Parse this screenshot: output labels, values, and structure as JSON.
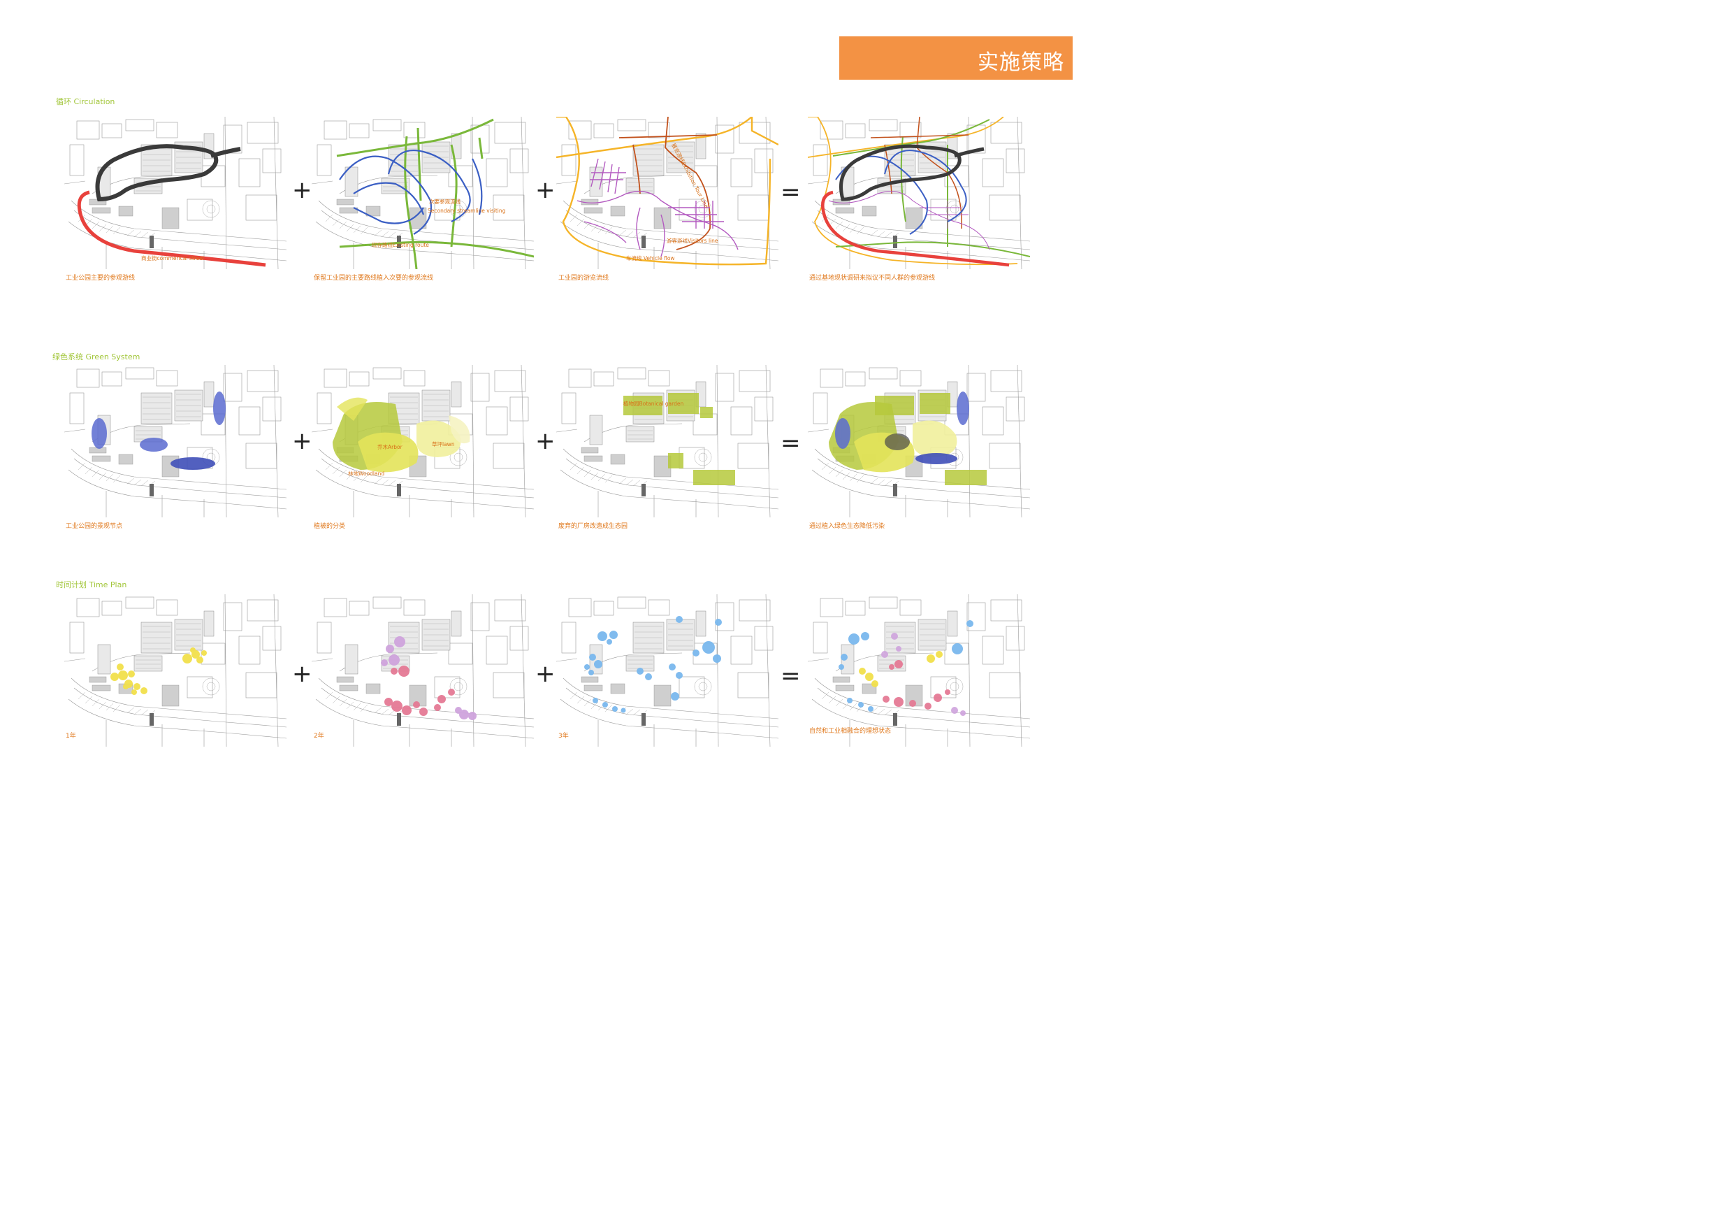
{
  "header": {
    "title": "实施策略"
  },
  "colors": {
    "banner": "#f39244",
    "section_title": "#a2c63a",
    "caption": "#e07a1f",
    "route_red": "#e8413c",
    "route_dark": "#3a3a3a",
    "route_green": "#7ab83a",
    "route_blue": "#3b5fc4",
    "route_purple": "#b35ac0",
    "route_orange": "#f5b428",
    "route_brown": "#c2511c",
    "node_blue": "#5b6bd0",
    "veg_yellow": "#e3e35a",
    "veg_olive": "#b6c93c",
    "year1": "#f2e04b",
    "year2_pink": "#e57a95",
    "year2_lilac": "#cfa4dd",
    "year3": "#7ab8ee"
  },
  "rows": [
    {
      "title": "循环 Circulation",
      "panels": [
        {
          "caption": "工业公园主要的参观游线",
          "labels": [
            "商业街commerical street"
          ]
        },
        {
          "caption": "保留工业园的主要路线植入次要的参观流线",
          "labels": [
            "次要参观流线",
            "Secondary streamline visiting",
            "现存路线Existing route"
          ]
        },
        {
          "caption": "工业园的游览流线",
          "labels": [
            "展览游线Exhibition Tour Line",
            "游客游线Visitors line",
            "车流线 Vehicle flow"
          ]
        },
        {
          "caption": "通过基地现状调研来拟议不同人群的参观游线",
          "labels": []
        }
      ]
    },
    {
      "title": "绿色系统 Green System",
      "panels": [
        {
          "caption": "工业公园的景观节点",
          "labels": []
        },
        {
          "caption": "植被的分类",
          "labels": [
            "乔木Arbor",
            "草坪lawn",
            "林地Woodland"
          ]
        },
        {
          "caption": "废弃的厂房改造成生态园",
          "labels": [
            "植物园Botanical garden"
          ]
        },
        {
          "caption": "通过植入绿色生态降低污染",
          "labels": []
        }
      ]
    },
    {
      "title": "时间计划 Time Plan",
      "panels": [
        {
          "caption": "1年",
          "labels": []
        },
        {
          "caption": "2年",
          "labels": []
        },
        {
          "caption": "3年",
          "labels": []
        },
        {
          "caption": "自然和工业相融合的理想状态",
          "labels": []
        }
      ]
    }
  ],
  "operators": [
    "+",
    "+",
    "="
  ]
}
